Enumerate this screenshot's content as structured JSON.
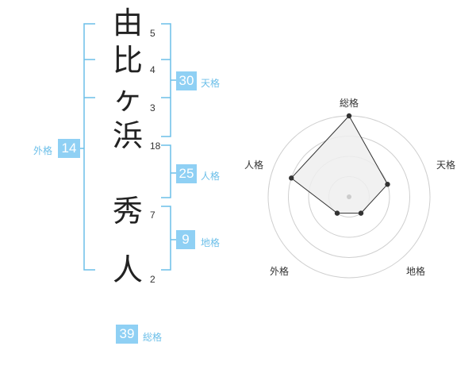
{
  "characters": [
    {
      "char": "由",
      "strokes": "5"
    },
    {
      "char": "比",
      "strokes": "4"
    },
    {
      "char": "ヶ",
      "strokes": "3"
    },
    {
      "char": "浜",
      "strokes": "18"
    },
    {
      "char": "秀",
      "strokes": "7"
    },
    {
      "char": "人",
      "strokes": "2"
    }
  ],
  "fortunes": {
    "tenkaku": {
      "value": "30",
      "label": "天格"
    },
    "jinkaku": {
      "value": "25",
      "label": "人格"
    },
    "chikaku": {
      "value": "9",
      "label": "地格"
    },
    "gaikaku": {
      "value": "14",
      "label": "外格"
    },
    "soukaku": {
      "value": "39",
      "label": "総格"
    }
  },
  "colors": {
    "accent": "#8fd0f4",
    "label": "#6cbfe9",
    "bracket": "#6cbfe9"
  },
  "chart_data": {
    "type": "radar",
    "axes": [
      "総格",
      "天格",
      "地格",
      "外格",
      "人格"
    ],
    "max": 4,
    "values": [
      4,
      2,
      1,
      1,
      3
    ]
  }
}
